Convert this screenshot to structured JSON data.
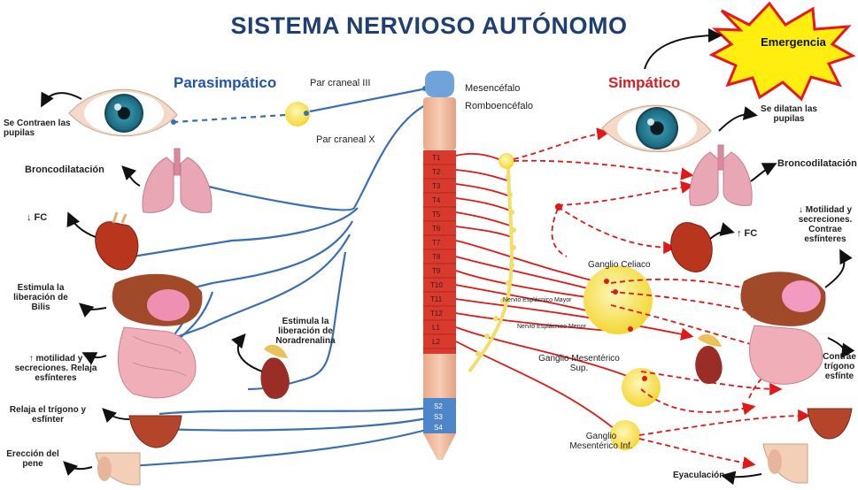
{
  "title": "SISTEMA NERVIOSO AUTÓNOMO",
  "badge": "Emergencia",
  "parasympathetic": {
    "header": "Parasimpático",
    "cranial_iii": "Par craneal III",
    "cranial_x": "Par craneal X",
    "effects": {
      "pupils": "Se Contraen las pupilas",
      "bronchi": "Broncodilatación",
      "heart": "↓ FC",
      "bile": "Estimula la liberación de Bilis",
      "gut": "↑ motilidad y secreciones. Relaja esfínteres",
      "bladder": "Relaja el trígono y esfínter",
      "penis": "Erección del pene",
      "adrenal": "Estimula la liberación de Noradrenalina"
    }
  },
  "spine": {
    "mesencephalon": "Mesencéfalo",
    "rhombencephalon": "Romboencéfalo",
    "thoracic": [
      "T1",
      "T2",
      "T3",
      "T4",
      "T5",
      "T6",
      "T7",
      "T8",
      "T9",
      "T10",
      "T11",
      "T12",
      "L1",
      "L2"
    ],
    "sacral": [
      "S2",
      "S3",
      "S4"
    ]
  },
  "sympathetic": {
    "header": "Simpático",
    "ganglion_celiac": "Ganglio Celiaco",
    "splanchnic_major": "Nervio Esplácnico Mayor",
    "splanchnic_minor": "Nervio Esplácnico Menor",
    "ganglion_sup": "Ganglio Mesentérico Sup.",
    "ganglion_inf": "Ganglio Mesentérico Inf.",
    "effects": {
      "pupils": "Se dilatan las pupilas",
      "bronchi": "Broncodilatación",
      "heart": "↑ FC",
      "gut": "↓ Motilidad y secreciones. Contrae esfínteres",
      "bladder": "Contrae trígono esfínte",
      "ejaculation": "Eyaculación"
    }
  },
  "colors": {
    "parasympathetic": "#3b6fb0",
    "sympathetic": "#e01818",
    "title": "#1f3f72",
    "ganglion": "#f7e15a"
  }
}
